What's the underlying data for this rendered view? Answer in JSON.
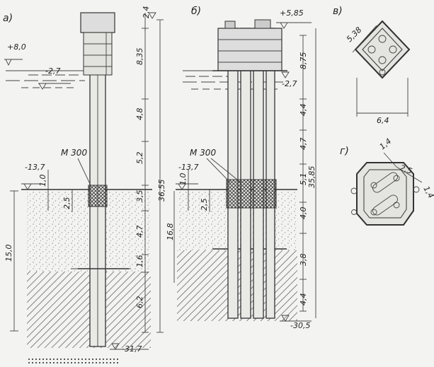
{
  "figures": {
    "a": {
      "label": "а)",
      "top_level": "+8,0",
      "water_level": "-2,7",
      "marker": "М 300",
      "ground_level": "-13,7",
      "layer_thickness": "15,0",
      "bottom_level": "-31,7",
      "top_dim": "2,4",
      "dims_right": [
        "8,35",
        "4,8",
        "5,2",
        "3,5",
        "4,7",
        "1,6",
        "6,2"
      ],
      "total_dim": "36,55",
      "dims_left": [
        "1,0",
        "2,5"
      ]
    },
    "b": {
      "label": "б)",
      "top_level": "+5,85",
      "water_level": "-2,7",
      "marker": "М 300",
      "ground_level": "-13,7",
      "layer_thickness": "16,8",
      "bottom_level": "-30,5",
      "dims_right": [
        "8,75",
        "4,4",
        "4,7",
        "5,1",
        "4,0",
        "3,8",
        "4,4"
      ],
      "total_dim": "35,85",
      "dims_left": [
        "1,0",
        "2,5"
      ]
    },
    "v": {
      "label": "в)",
      "diag_dim": "5,38",
      "width_dim": "6,4"
    },
    "g": {
      "label": "г)",
      "dim_a": "1,4",
      "dim_b": "2,5",
      "dim_c": "1,4"
    }
  },
  "colors": {
    "ink": "#222222",
    "paper": "#f3f3f1",
    "sand": "#9a9a96",
    "hatch": "#555555"
  }
}
